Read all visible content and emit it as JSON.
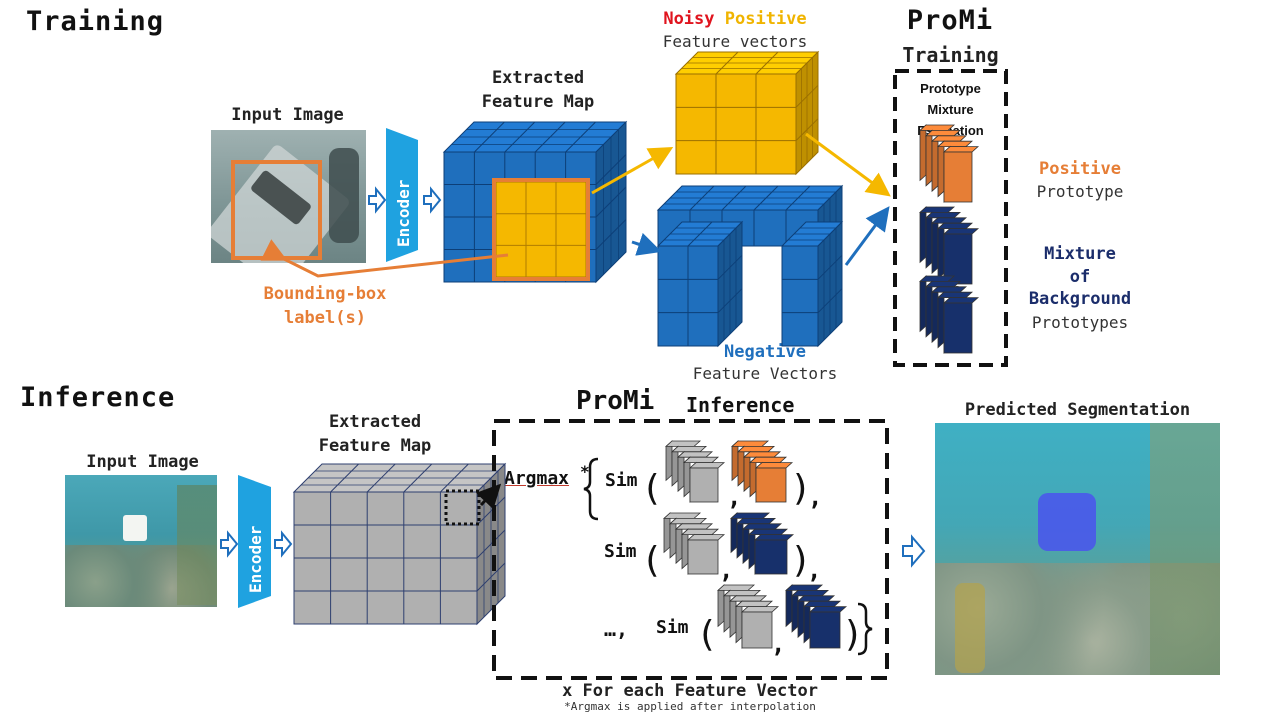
{
  "training": {
    "section_title": "Training",
    "input_image_label": "Input Image",
    "encoder_label": "Encoder",
    "feature_map_label_line1": "Extracted",
    "feature_map_label_line2": "Feature Map",
    "bbox_label_line1": "Bounding-box",
    "bbox_label_line2": "label(s)",
    "noisy_word": "Noisy",
    "positive_word": "Positive",
    "positive_vectors_label": "Feature vectors",
    "negative_word": "Negative",
    "negative_vectors_label": "Feature Vectors",
    "promi_title": "ProMi",
    "promi_subtitle": "Training",
    "box_title_line1": "Prototype",
    "box_title_line2": "Mixture",
    "box_title_line3": "Estimation",
    "vdots": "⋮",
    "positive_proto_word": "Positive",
    "positive_proto_label": "Prototype",
    "mixture_line1": "Mixture",
    "mixture_line2": "of",
    "mixture_line3": "Background",
    "mixture_line4": "Prototypes"
  },
  "inference": {
    "section_title": "Inference",
    "input_image_label": "Input Image",
    "encoder_label": "Encoder",
    "feature_map_label_line1": "Extracted",
    "feature_map_label_line2": "Feature Map",
    "promi_title": "ProMi",
    "promi_subtitle": "Inference",
    "argmax": "Argmax",
    "argmax_star": "*",
    "sim": "Sim",
    "ellipsis": "…,",
    "footer": "x For each Feature Vector",
    "footnote": "*Argmax is applied after interpolation",
    "predicted_label": "Predicted Segmentation"
  },
  "colors": {
    "orange": "#e67e36",
    "gold": "#f5b800",
    "blue": "#1f6fbd",
    "navy": "#17306b",
    "gray": "#b0b0b0",
    "encoder": "#1fa2e0"
  }
}
